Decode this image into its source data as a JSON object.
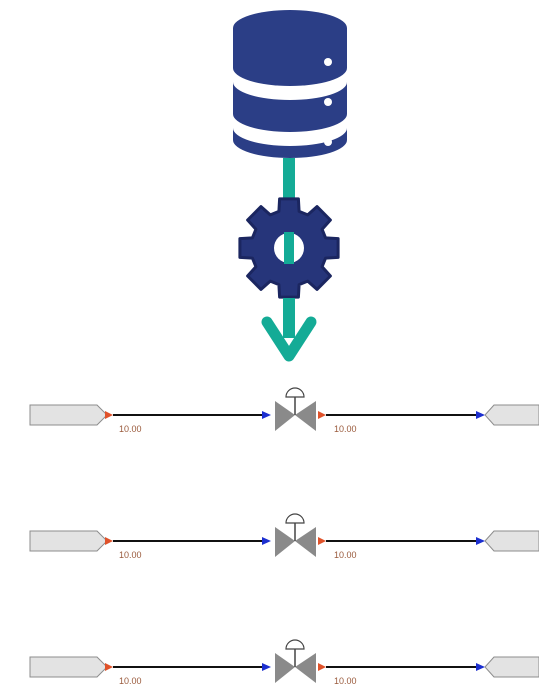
{
  "colors": {
    "database": "#2b3e86",
    "gear": "#26357a",
    "gear_outline": "#1b2660",
    "arrow": "#14ab96",
    "stream_box_fill": "#e3e3e3",
    "stream_box_stroke": "#8c8c8c",
    "stream_line": "#111111",
    "port_in": "#e0522a",
    "port_out": "#1c2fd0",
    "valve": "#8a8a8a",
    "label": "#9a5a3c"
  },
  "icons": {
    "database": "database-icon",
    "gear": "gear-icon",
    "arrow": "arrow-down-icon",
    "valve": "valve-icon"
  },
  "rows": [
    {
      "inlet_value": "10.00",
      "outlet_value": "10.00"
    },
    {
      "inlet_value": "10.00",
      "outlet_value": "10.00"
    },
    {
      "inlet_value": "10.00",
      "outlet_value": "10.00"
    }
  ]
}
